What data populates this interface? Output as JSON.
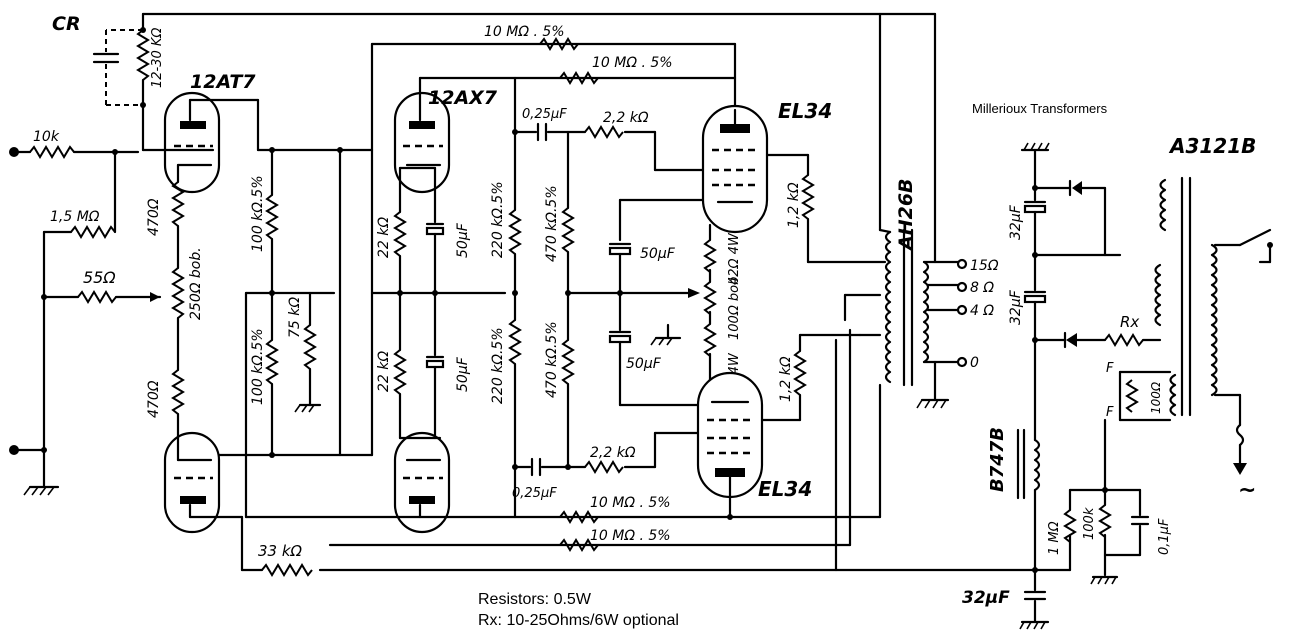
{
  "header": {
    "brand": "Millerioux Transformers",
    "output_transformer": "A3121B"
  },
  "footer": {
    "note_resistors": "Resistors: 0.5W",
    "note_rx": "Rx: 10-25Ohms/6W optional"
  },
  "tubes": {
    "v1": "12AT7",
    "v2": "12AX7",
    "v3": "EL34",
    "v4": "EL34"
  },
  "transformers": {
    "output": "AH26B",
    "choke": "B747B"
  },
  "taps": {
    "t15": "15Ω",
    "t8": "8 Ω",
    "t4": "4 Ω",
    "t0": "0"
  },
  "labels": {
    "cr": "CR",
    "r_1230k": "12-30 KΩ",
    "r_10k": "10k",
    "r_15m": "1,5 MΩ",
    "r_55": "55Ω",
    "r_470a": "470Ω",
    "r_470b": "470Ω",
    "r_250bob": "250Ω bob.",
    "r_100k5a": "100 kΩ.5%",
    "r_100k5b": "100 kΩ.5%",
    "r_75k": "75 kΩ",
    "r_33k": "33 kΩ",
    "r_22ka": "22 kΩ",
    "r_22kb": "22 kΩ",
    "c_50a": "50μF",
    "c_50b": "50μF",
    "r_10m_top1": "10 MΩ . 5%",
    "r_10m_top2": "10 MΩ . 5%",
    "r_10m_bot1": "10 MΩ . 5%",
    "r_10m_bot2": "10 MΩ . 5%",
    "c_025a": "0,25μF",
    "c_025b": "0,25μF",
    "r_22k_up": "2,2 kΩ",
    "r_22k_dn": "2,2 kΩ",
    "r_220ka": "220 kΩ.5%",
    "r_220kb": "220 kΩ.5%",
    "r_470ka": "470 kΩ.5%",
    "r_470kb": "470 kΩ.5%",
    "c_50c": "50μF",
    "c_50d": "50μF",
    "r_42a": "42Ω 4W",
    "r_42b": "42Ω 4W",
    "r_100bob": "100Ω bob",
    "r_12ka": "1,2 kΩ",
    "r_12kb": "1,2 kΩ",
    "c_32a": "32μF",
    "c_32b": "32μF",
    "c_32c": "32μF",
    "rx": "Rx",
    "f1": "F",
    "f2": "F",
    "r_100f": "100Ω",
    "r_1m": "1 MΩ",
    "r_100k": "100k",
    "c_01": "0,1μF",
    "ac": "~"
  }
}
